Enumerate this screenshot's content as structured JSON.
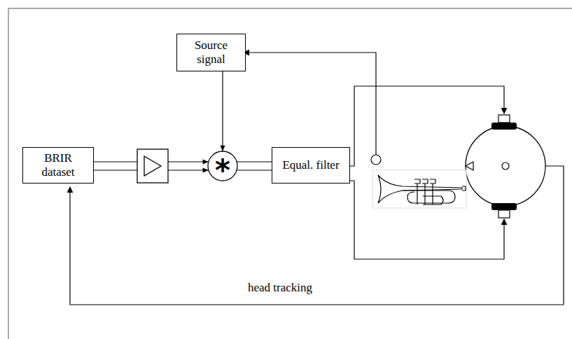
{
  "diagram": {
    "nodes": [
      {
        "text": [
          "Source signal"
        ]
      },
      {
        "text": [
          "BRIR dataset"
        ]
      },
      {
        "text": [
          "*"
        ]
      },
      {
        "text": [
          "Equal. filter"
        ]
      }
    ],
    "edges": [
      {
        "from": 0,
        "to": 2,
        "arrow": "to"
      },
      {
        "from": 1,
        "to": 2,
        "arrow": "to"
      },
      {
        "from": 2,
        "to": 3,
        "arrow": "none"
      }
    ],
    "labels": [
      "head tracking"
    ]
  }
}
